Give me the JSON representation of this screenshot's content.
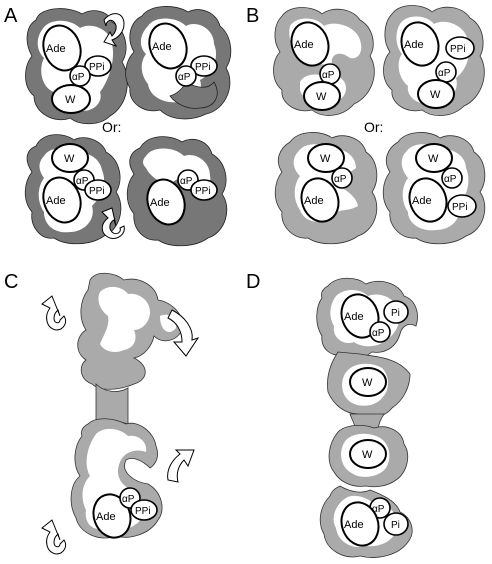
{
  "figure": {
    "panels": [
      {
        "letter": "A",
        "separator": "Or:",
        "labels": [
          "Ade",
          "PPi",
          "αP",
          "W",
          "Ade",
          "PPi",
          "αP",
          "W",
          "Ade",
          "αP",
          "PPi",
          "Ade",
          "αP",
          "PPi"
        ]
      },
      {
        "letter": "B",
        "separator": "Or:",
        "labels": [
          "Ade",
          "αP",
          "W",
          "Ade",
          "PPi",
          "αP",
          "W",
          "W",
          "αP",
          "Ade",
          "W",
          "αP",
          "Ade",
          "PPi"
        ]
      },
      {
        "letter": "C",
        "labels": [
          "αP",
          "Ade",
          "PPi"
        ]
      },
      {
        "letter": "D",
        "labels": [
          "Ade",
          "Pi",
          "αP",
          "W",
          "W",
          "αP",
          "Ade",
          "Pi"
        ]
      }
    ],
    "colors": {
      "dark_gray": "#777777",
      "light_gray": "#aaaaaa",
      "background": "#ffffff"
    },
    "icons": [
      "rotation-arrow-icon"
    ]
  }
}
